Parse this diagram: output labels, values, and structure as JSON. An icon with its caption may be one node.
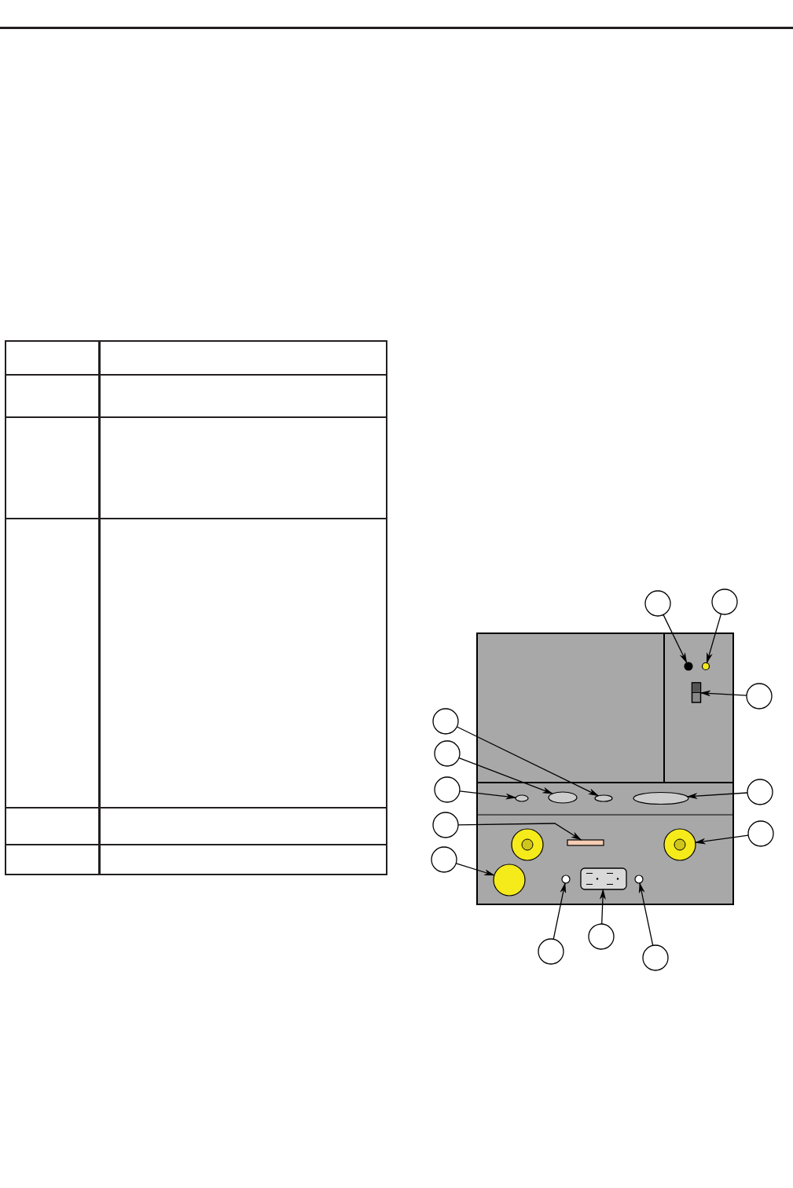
{
  "diagram": {
    "nodes": [
      {
        "text": [],
        "shape": "circle"
      },
      {
        "text": [],
        "shape": "circle"
      },
      {
        "text": [],
        "shape": "circle"
      },
      {
        "text": [],
        "shape": "circle"
      },
      {
        "text": [],
        "shape": "circle"
      },
      {
        "text": [],
        "shape": "box"
      },
      {
        "text": [],
        "shape": "circle"
      },
      {
        "text": [],
        "shape": "circle"
      },
      {
        "text": [],
        "shape": "circle"
      },
      {
        "text": [],
        "shape": "ellipse"
      },
      {
        "text": [],
        "shape": "ellipse"
      },
      {
        "text": [],
        "shape": "ellipse"
      },
      {
        "text": [],
        "shape": "ellipse"
      },
      {
        "text": [],
        "shape": "circle"
      },
      {
        "text": [],
        "shape": "circle"
      },
      {
        "text": [],
        "shape": "box"
      },
      {
        "text": [],
        "shape": "circle"
      },
      {
        "text": [],
        "shape": "circle"
      },
      {
        "text": [],
        "shape": "circle"
      },
      {
        "text": [],
        "shape": "circle"
      },
      {
        "text": [],
        "shape": "circle"
      },
      {
        "text": [],
        "shape": "box"
      },
      {
        "text": [],
        "shape": "circle"
      },
      {
        "text": [],
        "shape": "circle"
      },
      {
        "text": [],
        "shape": "circle"
      },
      {
        "text": [],
        "shape": "circle"
      }
    ],
    "edges": [
      {
        "from": 0,
        "to": 2,
        "arrow": "to"
      },
      {
        "from": 1,
        "to": 3,
        "arrow": "to"
      },
      {
        "from": 4,
        "to": 5,
        "arrow": "to"
      },
      {
        "from": 6,
        "to": 11,
        "arrow": "to"
      },
      {
        "from": 7,
        "to": 10,
        "arrow": "to"
      },
      {
        "from": 8,
        "to": 9,
        "arrow": "to"
      },
      {
        "from": 13,
        "to": 12,
        "arrow": "to"
      },
      {
        "from": 14,
        "to": 15,
        "arrow": "to"
      },
      {
        "from": 17,
        "to": 16,
        "arrow": "to"
      },
      {
        "from": 18,
        "to": 19,
        "arrow": "to"
      },
      {
        "from": 23,
        "to": 20,
        "arrow": "to"
      },
      {
        "from": 24,
        "to": 21,
        "arrow": "to"
      },
      {
        "from": 25,
        "to": 22,
        "arrow": "to"
      }
    ]
  }
}
